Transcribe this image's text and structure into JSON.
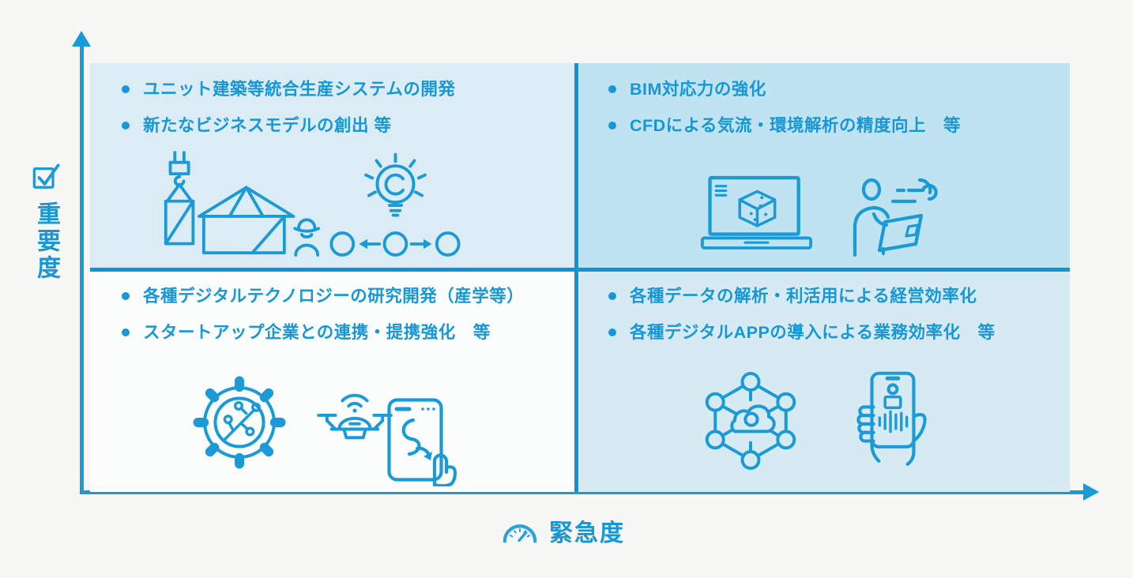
{
  "title": "digital-strategy-priority-matrix",
  "colors": {
    "accent": "#1a9ad6",
    "divider": "#1093d2",
    "page_bg": "#f7f7f5",
    "quadrant_top_left_bg": "#dcecf4",
    "quadrant_top_right_bg": "#bfe3f1",
    "quadrant_bottom_left_bg": "#fbfcfc",
    "quadrant_bottom_right_bg": "#d6eaf3"
  },
  "axes": {
    "y_axis": {
      "label": "重要度",
      "icon": "checkbox-icon"
    },
    "x_axis": {
      "label": "緊急度",
      "icon": "gauge-icon"
    }
  },
  "quadrants": {
    "top_left": {
      "items": [
        "ユニット建築等統合生産システムの開発",
        "新たなビジネスモデルの創出 等"
      ],
      "icons": [
        "unit-construction-icon",
        "idea-bulb-process-icon"
      ]
    },
    "top_right": {
      "items": [
        "BIM対応力の強化",
        "CFDによる気流・環境解析の精度向上　等"
      ],
      "icons": [
        "bim-laptop-cube-icon",
        "cfd-airflow-person-icon"
      ]
    },
    "bottom_left": {
      "items": [
        "各種デジタルテクノロジーの研究開発（産学等）",
        "スタートアップ企業との連携・提携強化　等"
      ],
      "icons": [
        "gear-circuit-icon",
        "drone-icon",
        "smartphone-touch-icon"
      ]
    },
    "bottom_right": {
      "items": [
        "各種データの解析・利活用による経営効率化",
        "各種デジタルAPPの導入による業務効率化　等"
      ],
      "icons": [
        "network-cloud-icon",
        "hand-smartphone-wave-icon"
      ]
    }
  }
}
